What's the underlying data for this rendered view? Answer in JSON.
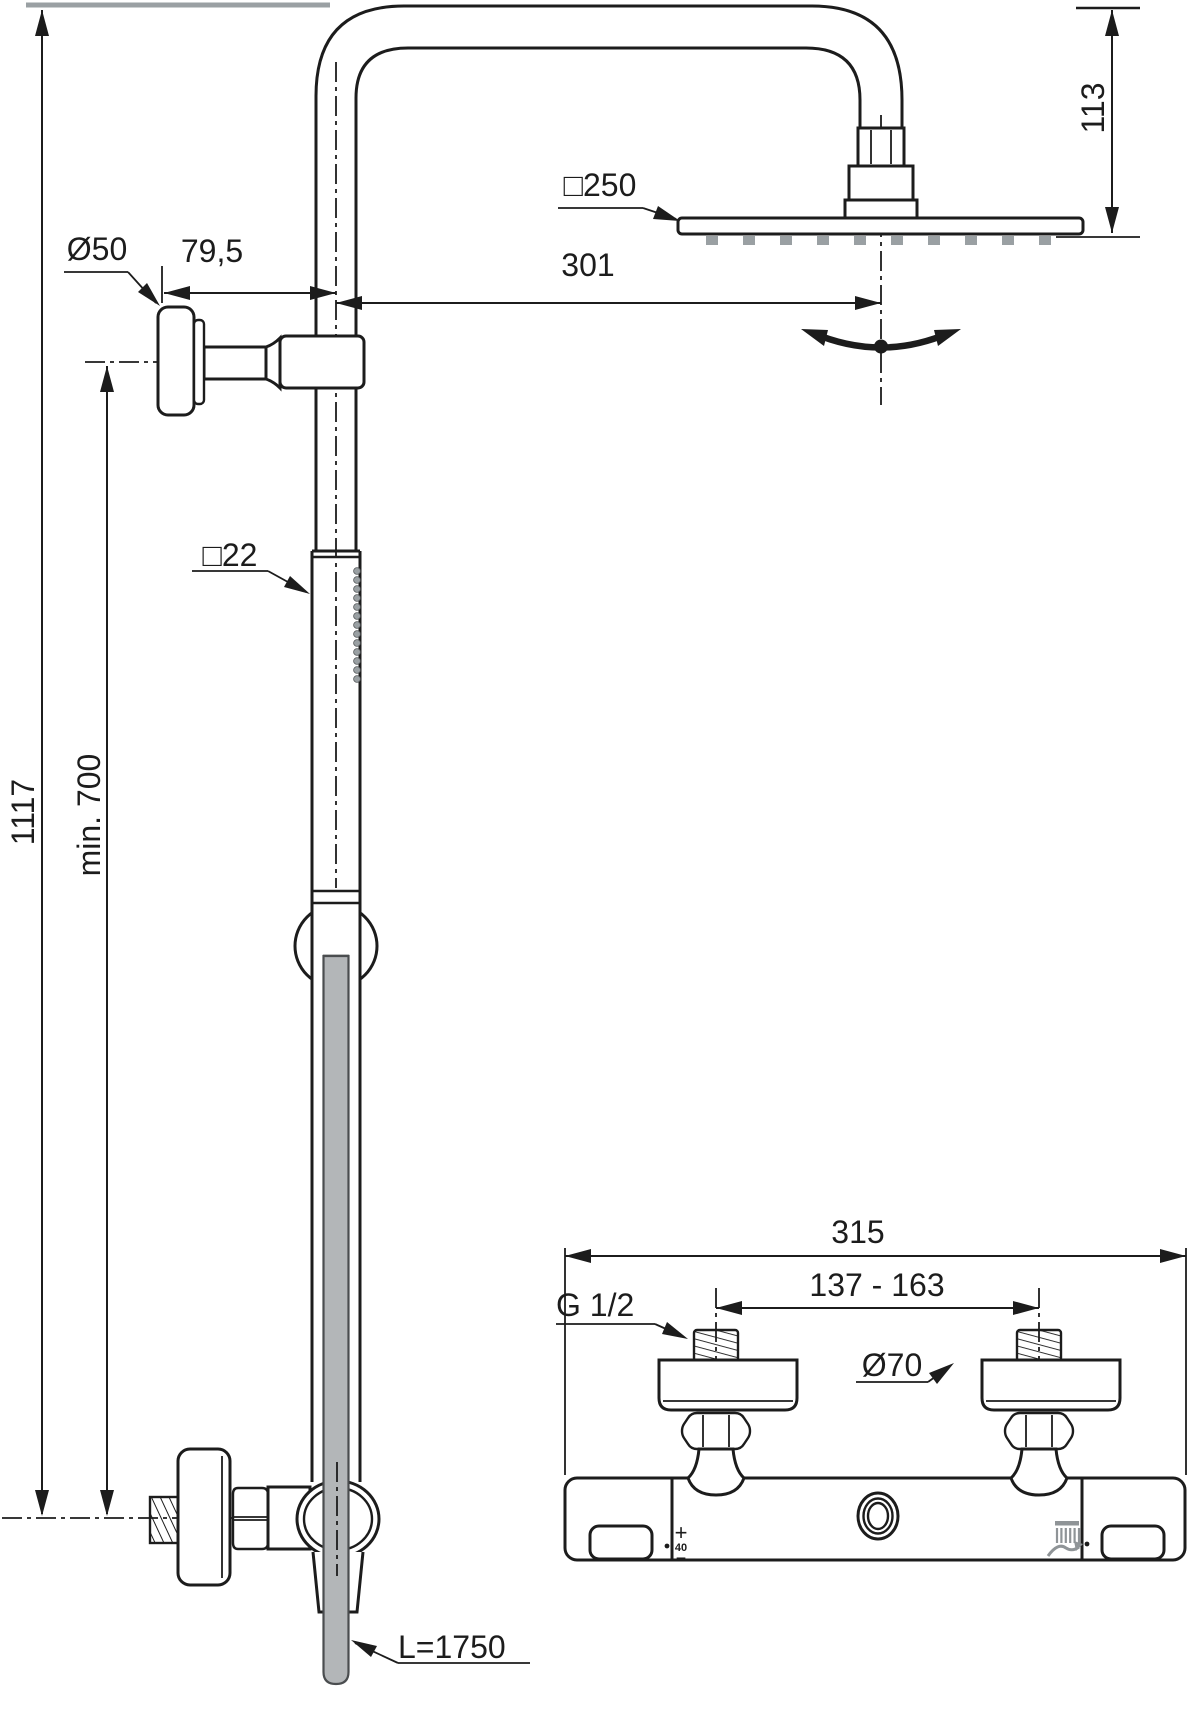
{
  "title": "shower-system-technical-drawing",
  "dimensions": {
    "total_height": "1117",
    "min_wall_height": "min. 700",
    "wall_offset": "79,5",
    "flange_diameter": "Ø50",
    "pipe_profile": "□22",
    "head_size": "□250",
    "head_reach": "301",
    "head_drop": "113",
    "hose_length": "L=1750",
    "mixer_width": "315",
    "inlet_spacing": "137 - 163",
    "thread_size": "G 1/2",
    "union_diameter": "Ø70"
  },
  "mixer_markings": {
    "plus": "+",
    "temperature": "40",
    "minus": "−"
  },
  "icons": {
    "swivel": "swivel-double-arrow",
    "spray": "overhead-spray-icon",
    "wave": "hand-spray-wave-icon"
  },
  "colors": {
    "line": "#1c1c1c",
    "hose_gray": "#b3b6b8",
    "icon_gray": "#8f9497",
    "reference_gray": "#9aa0a3",
    "background": "#ffffff"
  }
}
